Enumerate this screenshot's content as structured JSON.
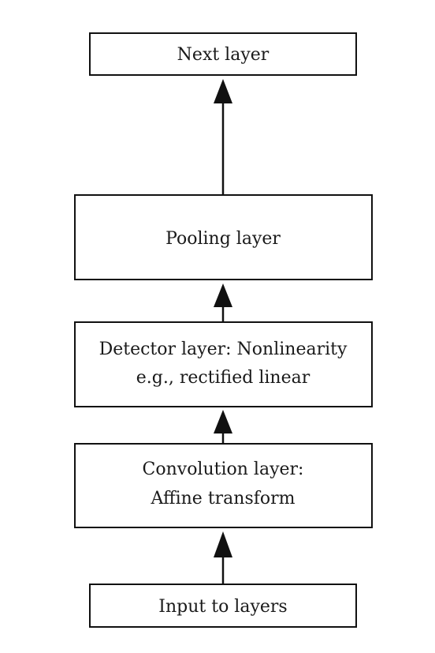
{
  "boxes": {
    "next": {
      "label": "Next layer"
    },
    "pooling": {
      "label": "Pooling layer"
    },
    "detector": {
      "line1": "Detector layer: Nonlinearity",
      "line2": "e.g., rectified linear"
    },
    "convolution": {
      "line1": "Convolution layer:",
      "line2": "Affine transform"
    },
    "input": {
      "label": "Input to layers"
    }
  },
  "colors": {
    "stroke": "#111111",
    "text": "#1a1a1a",
    "background": "#ffffff"
  }
}
